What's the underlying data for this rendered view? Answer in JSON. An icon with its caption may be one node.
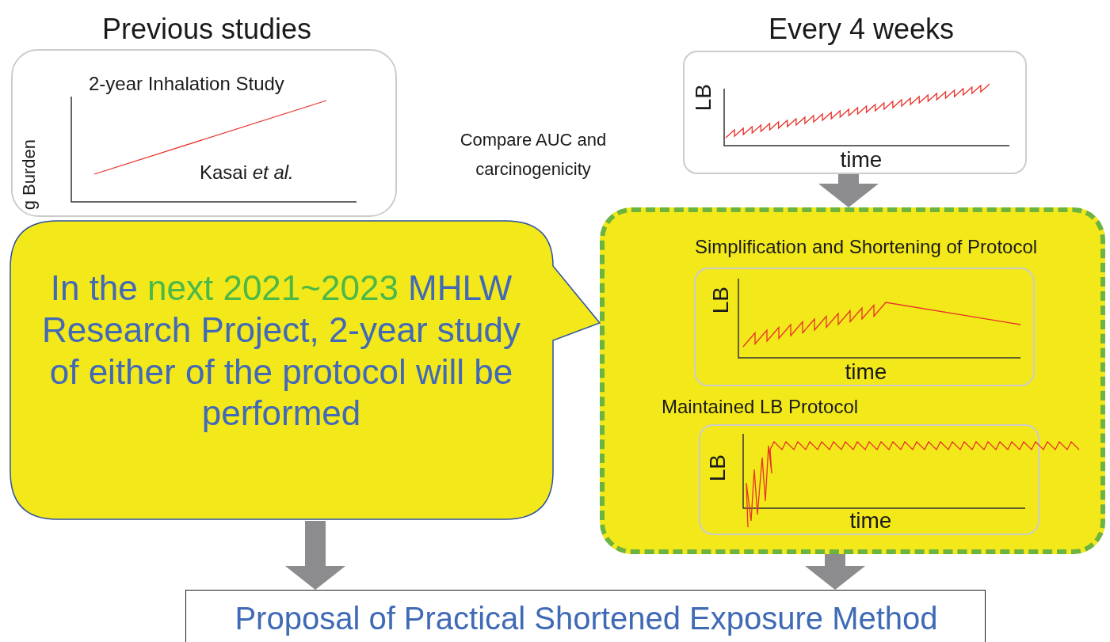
{
  "diagram": {
    "nodes": [
      {
        "text": [
          "Previous studies",
          "2-year Inhalation Study",
          "Kasai *et al.*",
          "g Burden"
        ]
      },
      {
        "text": [
          "Every 4 weeks",
          "LB",
          "time"
        ]
      },
      {
        "text": [],
        "shape": "box"
      },
      {
        "text": [
          "Simplification and Shortening of Protocol",
          "LB",
          "time"
        ],
        "in": 2
      },
      {
        "text": [
          "Maintained LB Protocol",
          "LB",
          "time"
        ],
        "in": 2
      },
      {
        "text": [
          "In the **next 2021~2023** MHLW Research Project, 2-year study of either of the protocol will be performed"
        ]
      },
      {
        "text": [
          "Proposal of Practical Shortened Exposure Method"
        ]
      }
    ],
    "edges": [
      {
        "from": 1,
        "to": 2,
        "arrow": "to"
      },
      {
        "from": 2,
        "to": 6,
        "arrow": "to"
      },
      {
        "from": 5,
        "to": 6,
        "arrow": "to"
      }
    ],
    "labels": [
      "Compare AUC and carcinogenicity"
    ]
  }
}
